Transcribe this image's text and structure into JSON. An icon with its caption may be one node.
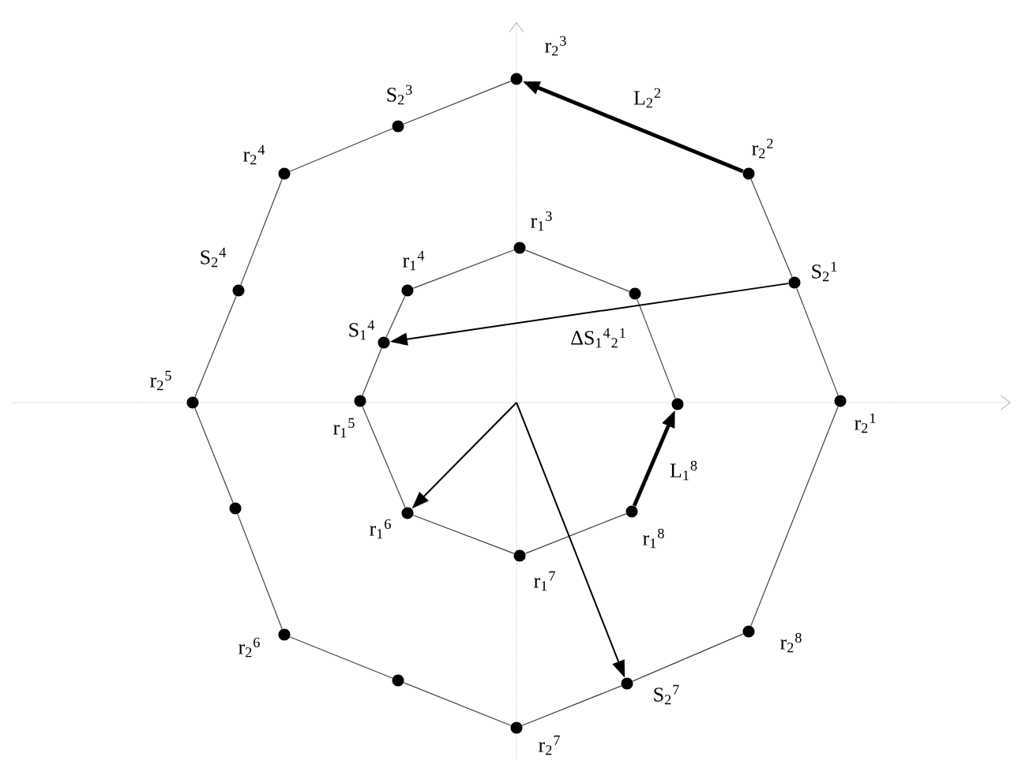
{
  "diagram": {
    "nodes": [
      {
        "text": [],
        "shape": "circle",
        "beside": [
          "r$_{2}$$^{3}$"
        ]
      },
      {
        "text": [],
        "shape": "circle",
        "beside": [
          "S$_{2}$$^{3}$"
        ]
      },
      {
        "text": [],
        "shape": "circle",
        "beside": [
          "r$_{2}$$^{4}$"
        ]
      },
      {
        "text": [],
        "shape": "circle",
        "beside": [
          "S$_{2}$$^{4}$"
        ]
      },
      {
        "text": [],
        "shape": "circle",
        "beside": [
          "r$_{2}$$^{5}$"
        ]
      },
      {
        "text": [],
        "shape": "circle"
      },
      {
        "text": [],
        "shape": "circle",
        "beside": [
          "r$_{2}$$^{6}$"
        ]
      },
      {
        "text": [],
        "shape": "circle"
      },
      {
        "text": [],
        "shape": "circle",
        "beside": [
          "r$_{2}$$^{7}$"
        ]
      },
      {
        "text": [],
        "shape": "circle",
        "beside": [
          "S$_{2}$$^{7}$"
        ]
      },
      {
        "text": [],
        "shape": "circle",
        "beside": [
          "r$_{2}$$^{8}$"
        ]
      },
      {
        "text": [],
        "shape": "circle",
        "beside": [
          "r$_{2}$$^{1}$"
        ]
      },
      {
        "text": [],
        "shape": "circle",
        "beside": [
          "S$_{2}$$^{1}$"
        ]
      },
      {
        "text": [],
        "shape": "circle",
        "beside": [
          "r$_{2}$$^{2}$"
        ]
      },
      {
        "text": [],
        "shape": "circle",
        "beside": [
          "r$_{1}$$^{3}$"
        ]
      },
      {
        "text": [],
        "shape": "circle",
        "beside": [
          "r$_{1}$$^{4}$"
        ]
      },
      {
        "text": [],
        "shape": "circle",
        "beside": [
          "S$_{1}$$^{4}$"
        ]
      },
      {
        "text": [],
        "shape": "circle",
        "beside": [
          "r$_{1}$$^{5}$"
        ]
      },
      {
        "text": [],
        "shape": "circle",
        "beside": [
          "r$_{1}$$^{6}$"
        ]
      },
      {
        "text": [],
        "shape": "circle",
        "beside": [
          "r$_{1}$$^{7}$"
        ]
      },
      {
        "text": [],
        "shape": "circle",
        "beside": [
          "r$_{1}$$^{8}$"
        ]
      },
      {
        "text": [],
        "shape": "circle"
      },
      {
        "text": [],
        "shape": "circle"
      }
    ],
    "edges": [
      {
        "from": 0,
        "to": 1,
        "arrow": "none"
      },
      {
        "from": 1,
        "to": 2,
        "arrow": "none"
      },
      {
        "from": 2,
        "to": 3,
        "arrow": "none"
      },
      {
        "from": 3,
        "to": 4,
        "arrow": "none"
      },
      {
        "from": 4,
        "to": 5,
        "arrow": "none"
      },
      {
        "from": 5,
        "to": 6,
        "arrow": "none"
      },
      {
        "from": 6,
        "to": 7,
        "arrow": "none"
      },
      {
        "from": 7,
        "to": 8,
        "arrow": "none"
      },
      {
        "from": 8,
        "to": 9,
        "arrow": "none"
      },
      {
        "from": 9,
        "to": 10,
        "arrow": "none"
      },
      {
        "from": 10,
        "to": 11,
        "arrow": "none"
      },
      {
        "from": 11,
        "to": 12,
        "arrow": "none"
      },
      {
        "from": 12,
        "to": 13,
        "arrow": "none"
      },
      {
        "from": 13,
        "to": 0,
        "arrow": "to",
        "style": "thick",
        "label": "L$_{2}$$^{2}$"
      },
      {
        "from": 14,
        "to": 15,
        "arrow": "none"
      },
      {
        "from": 15,
        "to": 16,
        "arrow": "none"
      },
      {
        "from": 16,
        "to": 17,
        "arrow": "none"
      },
      {
        "from": 17,
        "to": 18,
        "arrow": "none"
      },
      {
        "from": 18,
        "to": 19,
        "arrow": "none"
      },
      {
        "from": 19,
        "to": 20,
        "arrow": "none"
      },
      {
        "from": 20,
        "to": 21,
        "arrow": "to",
        "style": "thick",
        "label": "L$_{1}$$^{8}$"
      },
      {
        "from": 21,
        "to": 22,
        "arrow": "none"
      },
      {
        "from": 22,
        "to": 14,
        "arrow": "none"
      },
      {
        "from": 12,
        "to": 16,
        "arrow": "to",
        "label": "ΔS$_{1}$$^{4}$$_{2}$$^{1}$"
      },
      {
        "from": null,
        "to": 18,
        "arrow": "to"
      },
      {
        "from": null,
        "to": 9,
        "arrow": "to"
      }
    ]
  }
}
